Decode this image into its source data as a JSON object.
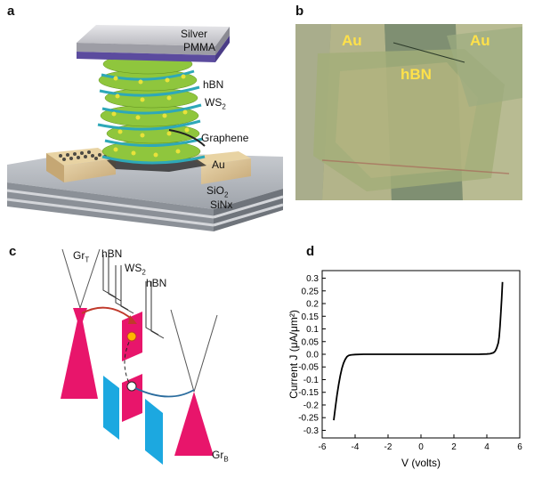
{
  "panels": {
    "a": {
      "letter": "a",
      "labels": {
        "silver": "Silver",
        "pmma": "PMMA",
        "hbn": "hBN",
        "ws2": "WS",
        "ws2_sub": "2",
        "graphene": "Graphene",
        "au": "Au",
        "sio2": "SiO",
        "sio2_sub": "2",
        "sinx": "SiNx"
      }
    },
    "b": {
      "letter": "b",
      "labels": {
        "au_left": "Au",
        "au_right": "Au",
        "hbn": "hBN"
      }
    },
    "c": {
      "letter": "c",
      "labels": {
        "grt": "Gr",
        "grt_sub": "T",
        "hbn_top": "hBN",
        "ws2": "WS",
        "ws2_sub": "2",
        "hbn_right": "hBN",
        "grb": "Gr",
        "grb_sub": "B"
      }
    },
    "d": {
      "letter": "d"
    }
  },
  "chart_data": {
    "type": "line",
    "xlabel": "V (volts)",
    "ylabel": "Current J (μA/μm²)",
    "xlim": [
      -6,
      6
    ],
    "ylim": [
      -0.33,
      0.33
    ],
    "xticks": [
      -6,
      -4,
      -2,
      0,
      2,
      4,
      6
    ],
    "yticks": [
      -0.3,
      -0.25,
      -0.2,
      -0.15,
      -0.1,
      -0.05,
      0.0,
      0.05,
      0.1,
      0.15,
      0.2,
      0.25,
      0.3
    ],
    "ytick_labels": [
      "-0.3",
      "-0.25",
      "-0.2",
      "-0.15",
      "-0.1",
      "-0.05",
      "0.0",
      "0.05",
      "0.1",
      "0.15",
      "0.2",
      "0.25",
      "0.3"
    ],
    "grid": false,
    "series": [
      {
        "x": [
          -5.3,
          -5.2,
          -5.1,
          -5.0,
          -4.9,
          -4.8,
          -4.7,
          -4.6,
          -4.5,
          -4.4,
          -4.3,
          -4.2,
          -4.0,
          -3.5,
          -3.0,
          -2.0,
          -1.0,
          0.0,
          1.0,
          2.0,
          3.0,
          3.5,
          4.0,
          4.2,
          4.4,
          4.5,
          4.6,
          4.7,
          4.75,
          4.8,
          4.85,
          4.9,
          4.95
        ],
        "y": [
          -0.26,
          -0.21,
          -0.16,
          -0.12,
          -0.085,
          -0.055,
          -0.035,
          -0.02,
          -0.01,
          -0.005,
          -0.003,
          -0.002,
          -0.001,
          0.0,
          0.0,
          0.0,
          0.0,
          0.0,
          0.0,
          0.0,
          0.0,
          0.0,
          0.001,
          0.002,
          0.006,
          0.012,
          0.025,
          0.045,
          0.07,
          0.11,
          0.16,
          0.22,
          0.285
        ]
      }
    ]
  }
}
